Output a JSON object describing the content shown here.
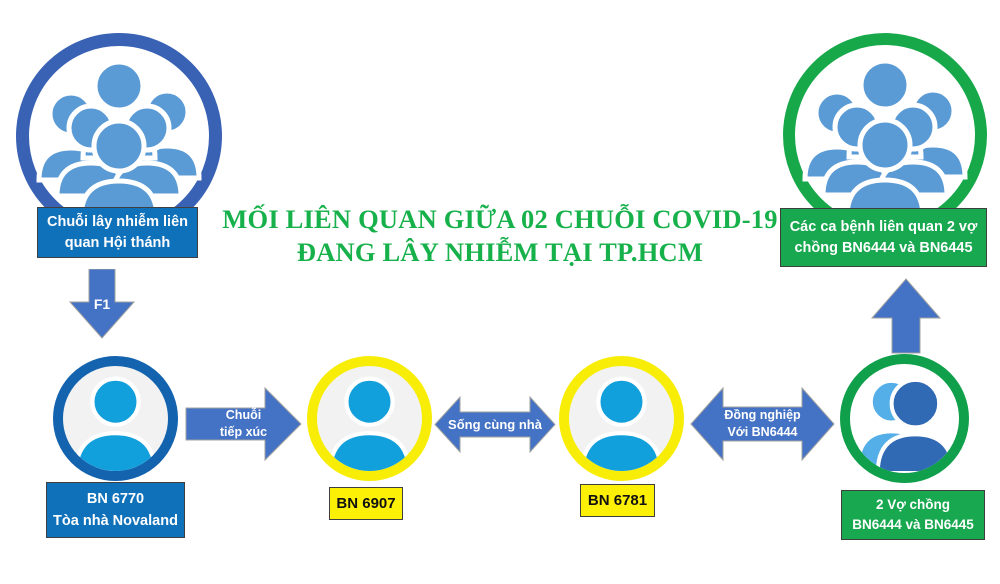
{
  "title": {
    "line1": "MỐI LIÊN QUAN GIỮA 02 CHUỖI COVID-19",
    "line2": "ĐANG LÂY NHIỄM TẠI TP.HCM",
    "color": "#17b14b"
  },
  "nodes": {
    "group_left": {
      "label": "Chuỗi lây nhiễm liên quan Hội thánh",
      "label_line1": "Chuỗi lây nhiễm liên",
      "label_line2": "quan Hội thánh",
      "ring_color": "#3a62b4",
      "label_bg": "#1071bb",
      "icon": "people-group-icon"
    },
    "group_right": {
      "label": "Các ca bệnh liên quan 2 vợ chồng BN6444 và BN6445",
      "label_line1": "Các ca bệnh liên quan 2 vợ",
      "label_line2": "chồng BN6444 và BN6445",
      "ring_color": "#17a84a",
      "label_bg": "#18a850",
      "icon": "people-group-icon"
    },
    "case_1": {
      "label_line1": "BN 6770",
      "label_line2": "Tòa nhà Novaland",
      "ring_color": "#1463ae",
      "label_bg": "#1071bb",
      "icon": "person-icon"
    },
    "case_2": {
      "label_line1": "BN 6907",
      "ring_color": "#f7ed07",
      "label_bg": "#fdf007",
      "icon": "person-icon"
    },
    "case_3": {
      "label_line1": "BN 6781",
      "ring_color": "#f7ed07",
      "label_bg": "#fdf007",
      "icon": "person-icon"
    },
    "case_4": {
      "label_line1": "2 Vợ chồng",
      "label_line2": "BN6444 và BN6445",
      "ring_color": "#10a04b",
      "label_bg": "#18a850",
      "icon": "two-people-icon"
    }
  },
  "arrows": {
    "f1": {
      "label": "F1",
      "direction": "down",
      "color": "#4472c4"
    },
    "up_right": {
      "label": "",
      "direction": "up",
      "color": "#4472c4"
    },
    "contact_chain": {
      "line1": "Chuỗi",
      "line2": "tiếp xúc",
      "direction": "right",
      "color": "#4472c4"
    },
    "same_house": {
      "line1": "Sống cùng nhà",
      "direction": "both",
      "color": "#4472c4"
    },
    "colleague": {
      "line1": "Đồng nghiệp",
      "line2": "Với BN6444",
      "direction": "both",
      "color": "#4472c4"
    }
  }
}
